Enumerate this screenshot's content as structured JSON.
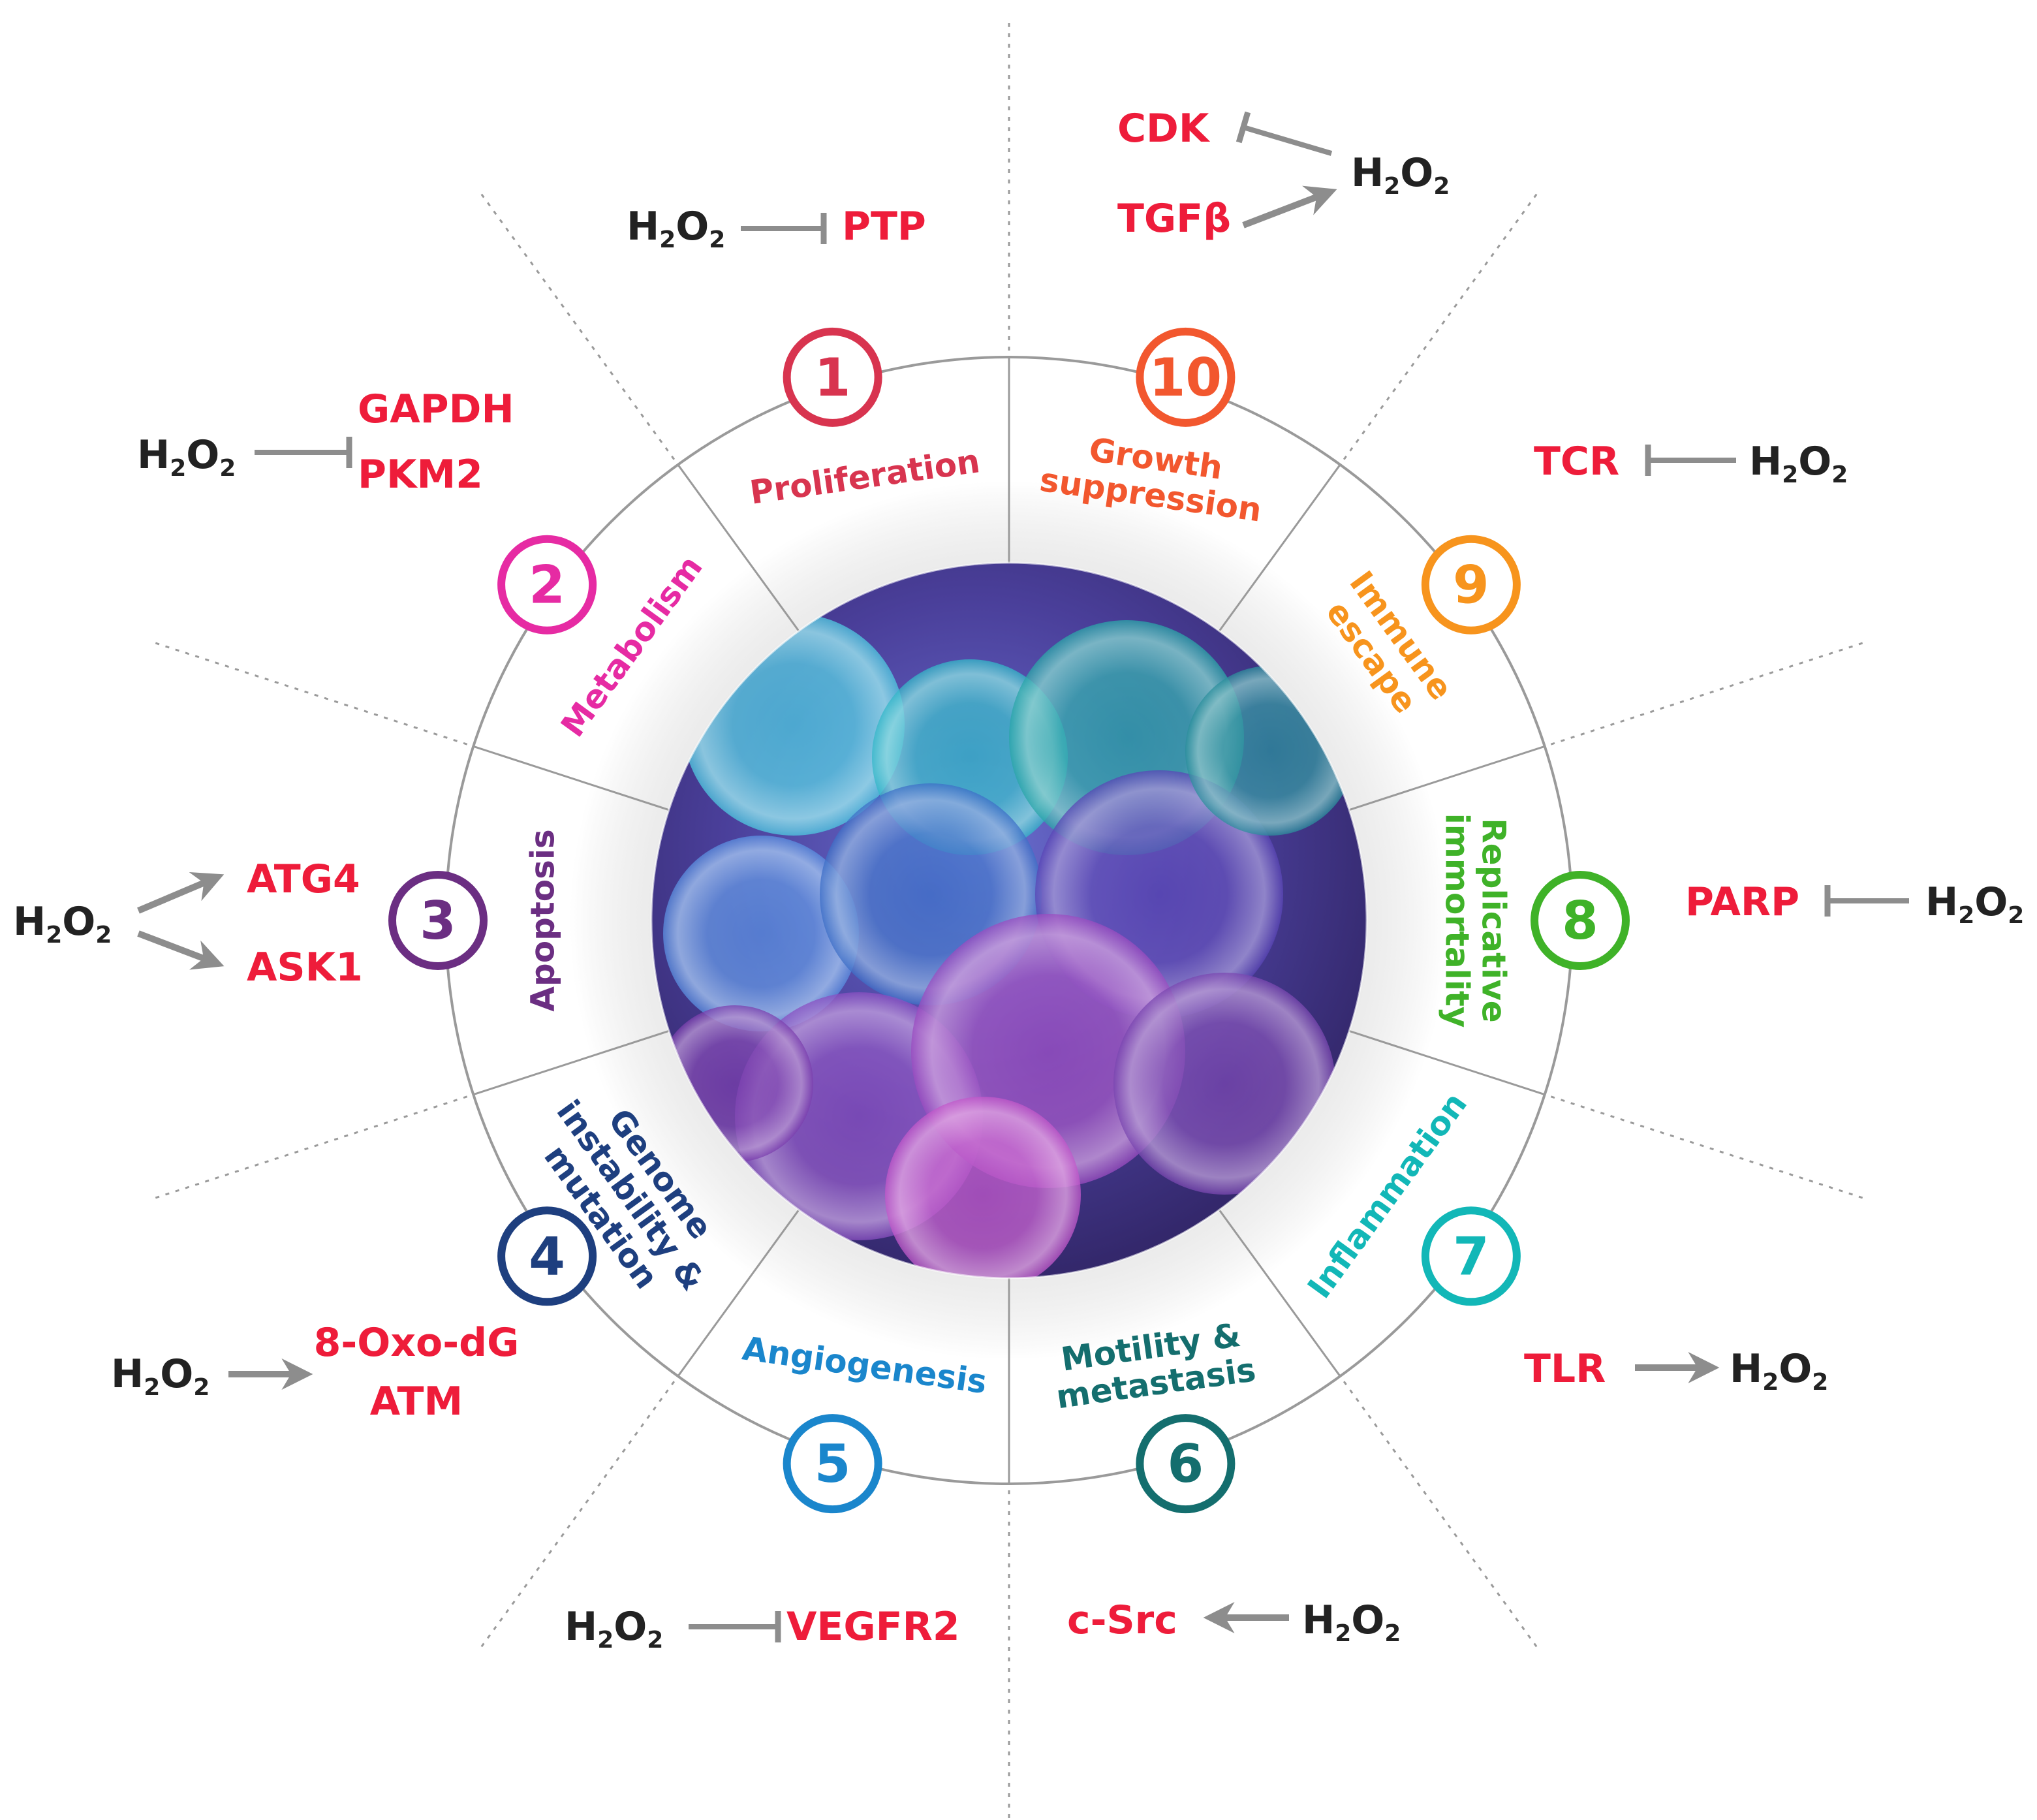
{
  "colors": {
    "target": "#ee1c3a",
    "h2o2": "#222222",
    "arrow": "#8d8d8d",
    "ring_line": "#9a9a9a",
    "dotted": "#9a9a9a"
  },
  "hallmarks": [
    {
      "number": "1",
      "label": [
        "Proliferation"
      ],
      "color": "#d8344f"
    },
    {
      "number": "2",
      "label": [
        "Metabolism"
      ],
      "color": "#e62ba3"
    },
    {
      "number": "3",
      "label": [
        "Apoptosis"
      ],
      "color": "#6b2e82"
    },
    {
      "number": "4",
      "label": [
        "Genome",
        "instability &",
        "mutation"
      ],
      "color": "#1e3f7f"
    },
    {
      "number": "5",
      "label": [
        "Angiogenesis"
      ],
      "color": "#1a86cc"
    },
    {
      "number": "6",
      "label": [
        "Motility &",
        "metastasis"
      ],
      "color": "#146e6e"
    },
    {
      "number": "7",
      "label": [
        "Inflammation"
      ],
      "color": "#12b7b7"
    },
    {
      "number": "8",
      "label": [
        "Replicative",
        "immortality"
      ],
      "color": "#3fb228"
    },
    {
      "number": "9",
      "label": [
        "Immune",
        "escape"
      ],
      "color": "#f7941d"
    },
    {
      "number": "10",
      "label": [
        "Growth",
        "suppression"
      ],
      "color": "#f2572e"
    }
  ],
  "annotations": {
    "h2o2": {
      "base": "H",
      "sub1": "2",
      "mid": "O",
      "sub2": "2"
    },
    "a1": {
      "targets": [
        "PTP"
      ],
      "relation": "inhibits"
    },
    "a2": {
      "targets": [
        "GAPDH",
        "PKM2"
      ],
      "relation": "inhibits"
    },
    "a3": {
      "targets": [
        "ATG4",
        "ASK1"
      ],
      "relation": "activates"
    },
    "a4": {
      "targets": [
        "8-Oxo-dG",
        "ATM"
      ],
      "relation": "activates"
    },
    "a5": {
      "targets": [
        "VEGFR2"
      ],
      "relation": "inhibits"
    },
    "a6": {
      "targets": [
        "c-Src"
      ],
      "relation": "activates"
    },
    "a7": {
      "targets": [
        "TLR"
      ],
      "relation": "produces"
    },
    "a8": {
      "targets": [
        "PARP"
      ],
      "relation": "inhibits"
    },
    "a9": {
      "targets": [
        "TCR"
      ],
      "relation": "inhibits"
    },
    "a10": {
      "targets": [
        "CDK",
        "TGFβ"
      ],
      "relation": "inhibits / produces"
    }
  }
}
